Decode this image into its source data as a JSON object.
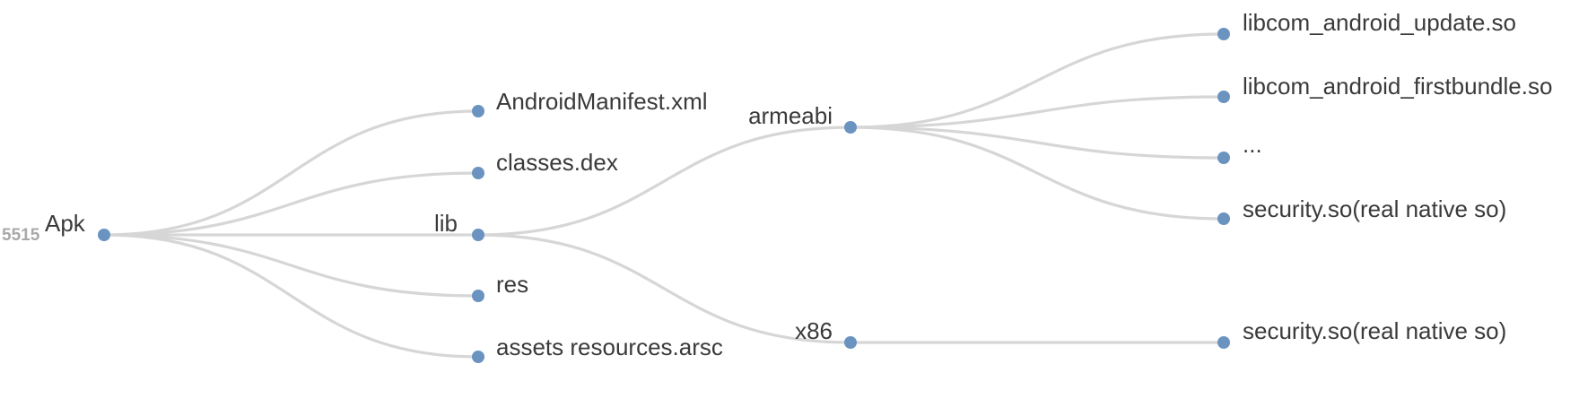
{
  "watermark": "5515",
  "colors": {
    "link": "#d6d6d6",
    "node": "#6a93c0",
    "label": "#3a3a3a",
    "watermark": "#a9a9a9"
  },
  "tree": {
    "id": "apk",
    "label": "Apk",
    "children": [
      {
        "id": "androidmanifest",
        "label": "AndroidManifest.xml"
      },
      {
        "id": "classes-dex",
        "label": "classes.dex"
      },
      {
        "id": "lib",
        "label": "lib",
        "children": [
          {
            "id": "armeabi",
            "label": "armeabi",
            "children": [
              {
                "id": "libcom-android-update",
                "label": "libcom_android_update.so"
              },
              {
                "id": "libcom-android-firstbundle",
                "label": "libcom_android_firstbundle.so"
              },
              {
                "id": "ellipsis",
                "label": "..."
              },
              {
                "id": "security-armeabi",
                "label": "security.so(real native so)"
              }
            ]
          },
          {
            "id": "x86",
            "label": "x86",
            "children": [
              {
                "id": "security-x86",
                "label": "security.so(real native so)"
              }
            ]
          }
        ]
      },
      {
        "id": "res",
        "label": "res"
      },
      {
        "id": "assets",
        "label": "assets resources.arsc"
      }
    ]
  }
}
